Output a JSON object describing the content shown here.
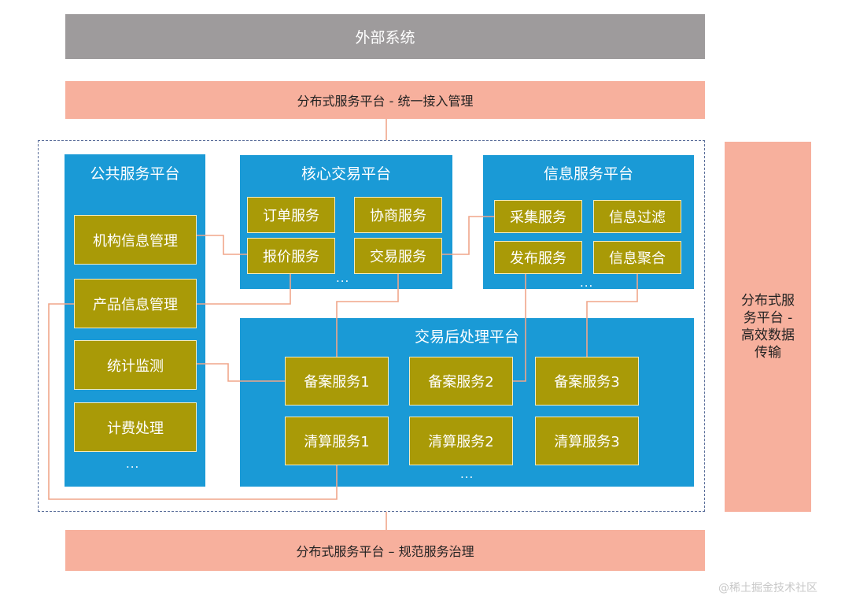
{
  "top": {
    "external": "外部系统",
    "unified_access": "分布式服务平台 - 统一接入管理"
  },
  "side": {
    "transfer_lines": [
      "分布式服",
      "务平台 -",
      "高效数据",
      "传输"
    ]
  },
  "bottom": {
    "governance": "分布式服务平台 – 规范服务治理"
  },
  "public_platform": {
    "title": "公共服务平台",
    "items": [
      "机构信息管理",
      "产品信息管理",
      "统计监测",
      "计费处理"
    ],
    "more": "..."
  },
  "core_platform": {
    "title": "核心交易平台",
    "items": [
      "订单服务",
      "协商服务",
      "报价服务",
      "交易服务"
    ],
    "more": "..."
  },
  "info_platform": {
    "title": "信息服务平台",
    "items": [
      "采集服务",
      "信息过滤",
      "发布服务",
      "信息聚合"
    ],
    "more": "..."
  },
  "post_platform": {
    "title": "交易后处理平台",
    "items": [
      "备案服务1",
      "备案服务2",
      "备案服务3",
      "清算服务1",
      "清算服务2",
      "清算服务3"
    ],
    "more": "..."
  },
  "watermark": "@稀土掘金技术社区",
  "colors": {
    "external": "#9e9b9c",
    "salmon": "#f7b09d",
    "panel_blue": "#1a9ad6",
    "service_olive": "#a99a07",
    "connector": "#f0a68a"
  }
}
